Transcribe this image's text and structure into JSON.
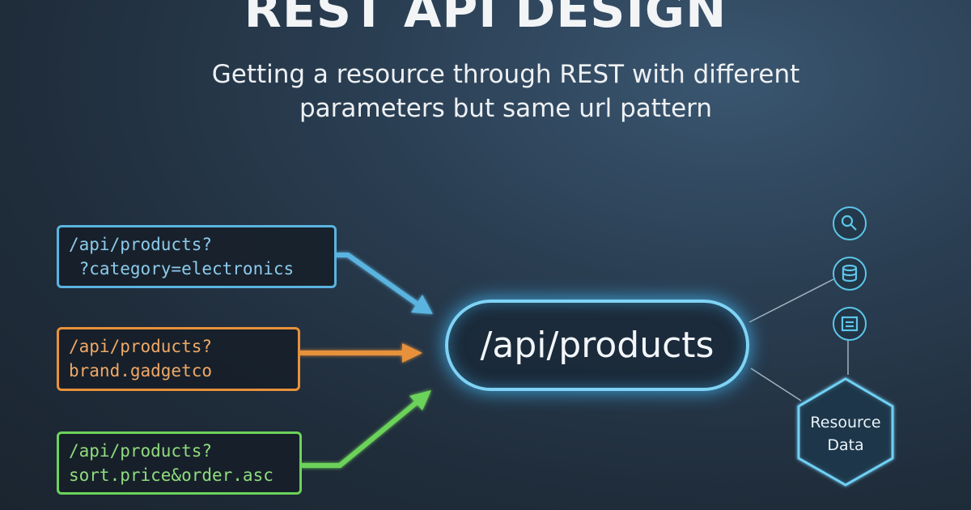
{
  "title": "REST API DESIGN",
  "subtitle": [
    "Getting a resource through REST with different",
    "parameters but same url pattern"
  ],
  "requests": [
    {
      "lines": [
        "/api/products?",
        " ?category=electronics"
      ],
      "color": "#5ab4e0"
    },
    {
      "lines": [
        "/api/products?",
        "brand.gadgetco"
      ],
      "color": "#e8913a"
    },
    {
      "lines": [
        "/api/products?",
        "sort.price&order.asc"
      ],
      "color": "#6cd35a"
    }
  ],
  "endpoint": "/api/products",
  "icons": [
    "search-icon",
    "database-icon",
    "document-icon"
  ],
  "resource": [
    "Resource",
    "Data"
  ],
  "accent": "#7fd3f5"
}
